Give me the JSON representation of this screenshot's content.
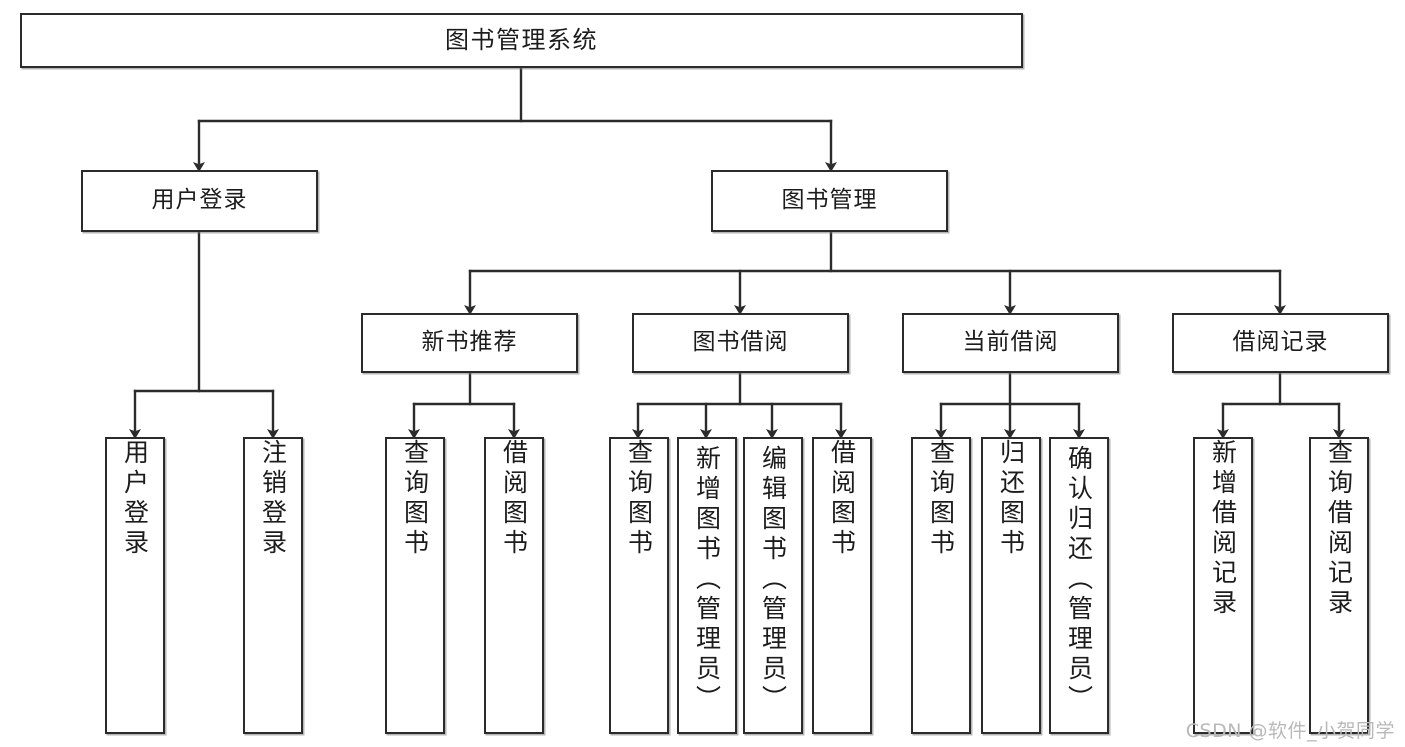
{
  "diagram": {
    "title": "图书管理系统",
    "type": "tree-hierarchy",
    "watermark": "CSDN @软件_小贺同学",
    "colors": {
      "node_border": "#2b2b2b",
      "node_fill": "#ffffff",
      "edge": "#2b2b2b",
      "text": "#1c1c1c",
      "watermark": "#b9b9b9",
      "background": "#ffffff"
    },
    "root": {
      "label": "图书管理系统"
    },
    "level2": [
      {
        "label": "用户登录"
      },
      {
        "label": "图书管理"
      }
    ],
    "level3": [
      {
        "label": "新书推荐"
      },
      {
        "label": "图书借阅"
      },
      {
        "label": "当前借阅"
      },
      {
        "label": "借阅记录"
      }
    ],
    "leaves": {
      "user_login": [
        {
          "label": "用户登录"
        },
        {
          "label": "注销登录"
        }
      ],
      "new_book_recommend": [
        {
          "label": "查询图书"
        },
        {
          "label": "借阅图书"
        }
      ],
      "book_borrow": [
        {
          "label": "查询图书"
        },
        {
          "label": "新增图书（管理员）"
        },
        {
          "label": "编辑图书（管理员）"
        },
        {
          "label": "借阅图书"
        }
      ],
      "current_borrow": [
        {
          "label": "查询图书"
        },
        {
          "label": "归还图书"
        },
        {
          "label": "确认归还（管理员）"
        }
      ],
      "borrow_record": [
        {
          "label": "新增借阅记录"
        },
        {
          "label": "查询借阅记录"
        }
      ]
    }
  }
}
